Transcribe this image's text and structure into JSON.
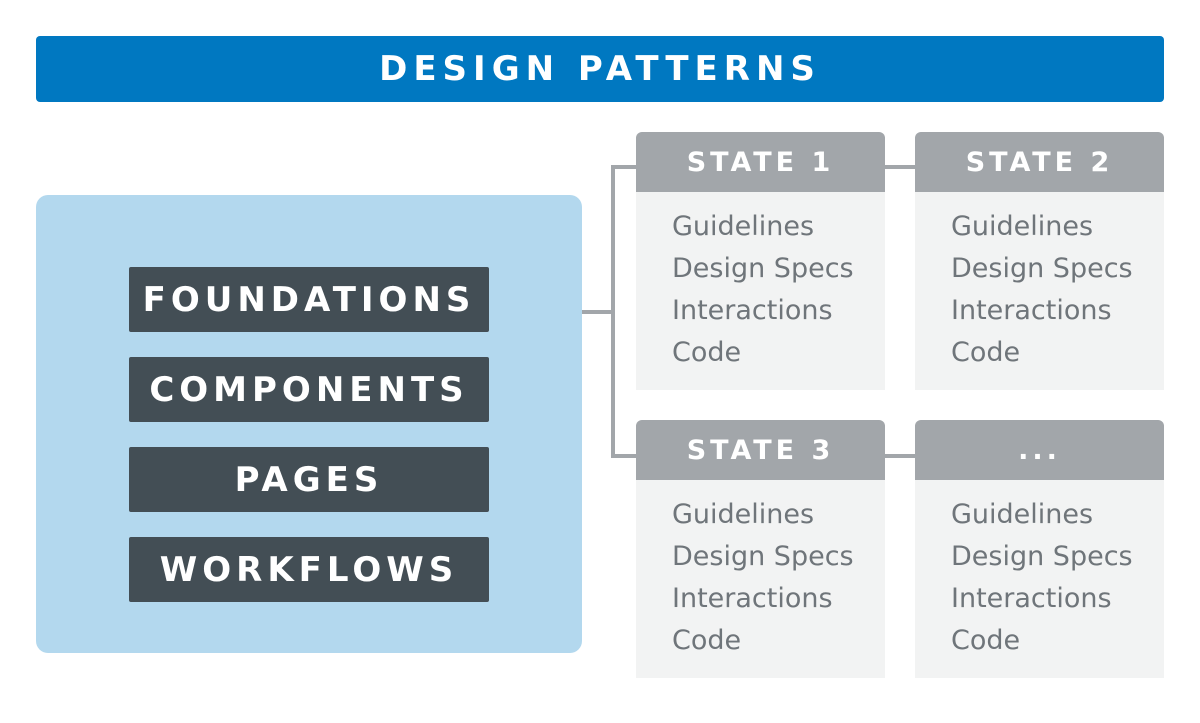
{
  "banner": {
    "title": "DESIGN PATTERNS"
  },
  "categories": [
    "FOUNDATIONS",
    "COMPONENTS",
    "PAGES",
    "WORKFLOWS"
  ],
  "states": [
    {
      "title": "STATE 1",
      "items": [
        "Guidelines",
        "Design Specs",
        "Interactions",
        "Code"
      ]
    },
    {
      "title": "STATE 2",
      "items": [
        "Guidelines",
        "Design Specs",
        "Interactions",
        "Code"
      ]
    },
    {
      "title": "STATE 3",
      "items": [
        "Guidelines",
        "Design Specs",
        "Interactions",
        "Code"
      ]
    },
    {
      "title": "...",
      "items": [
        "Guidelines",
        "Design Specs",
        "Interactions",
        "Code"
      ]
    }
  ],
  "colors": {
    "banner": "#0078c1",
    "panel": "#b3d8ee",
    "category": "#434e55",
    "state_header": "#a2a6aa",
    "state_body": "#f2f3f3",
    "state_text": "#6f757a"
  }
}
